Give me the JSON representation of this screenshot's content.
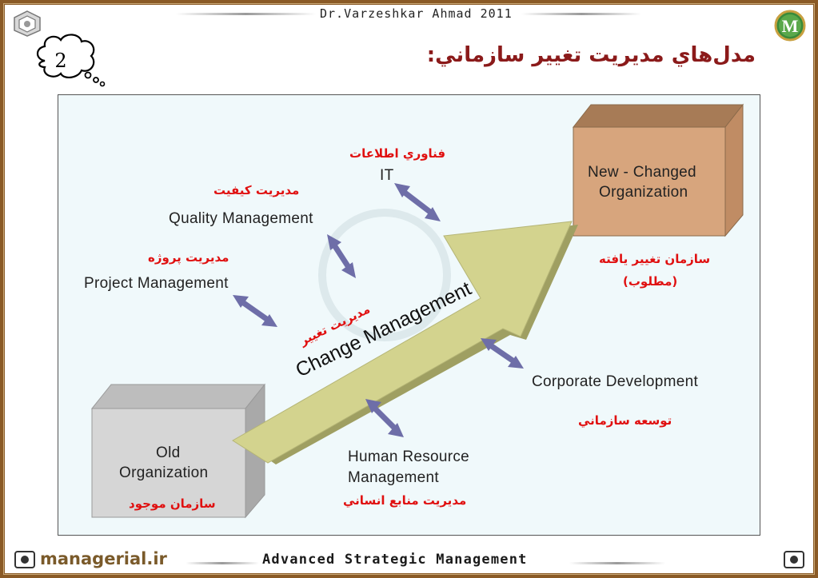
{
  "header": {
    "author": "Dr.Varzeshkar Ahmad 2011",
    "slide_number": "2",
    "title": "مدل‌هاي مديريت تغيير سازماني:",
    "logo_right_letter": "M"
  },
  "diagram": {
    "new_org": {
      "line1": "New - Changed",
      "line2": "Organization",
      "fa_line1": "سازمان تغيير يافته",
      "fa_line2": "(مطلوب)"
    },
    "old_org": {
      "line1": "Old",
      "line2": "Organization",
      "fa": "سازمان موجود"
    },
    "arrow": {
      "en": "Change Management",
      "fa": "مديريت تغيير"
    },
    "it": {
      "fa": "فناوري اطلاعات",
      "en": "IT"
    },
    "quality": {
      "fa": "مديريت كيفيت",
      "en": "Quality Management"
    },
    "project": {
      "fa": "مديريت پروژه",
      "en": "Project Management"
    },
    "corporate": {
      "en": "Corporate Development",
      "fa": "توسعه سازماني"
    },
    "hr": {
      "line1": "Human Resource",
      "line2": "Management",
      "fa": "مديريت منابع انساني"
    }
  },
  "footer": {
    "site": "managerial.ir",
    "course": "Advanced Strategic Management"
  },
  "colors": {
    "frame": "#8a5a26",
    "title_red": "#8b1a1a",
    "label_red": "#e01010",
    "arrow_yellow": "#cfcf8a",
    "new_box": "#d7a57d",
    "old_box": "#d6d6d6",
    "connector": "#7d7db5"
  }
}
